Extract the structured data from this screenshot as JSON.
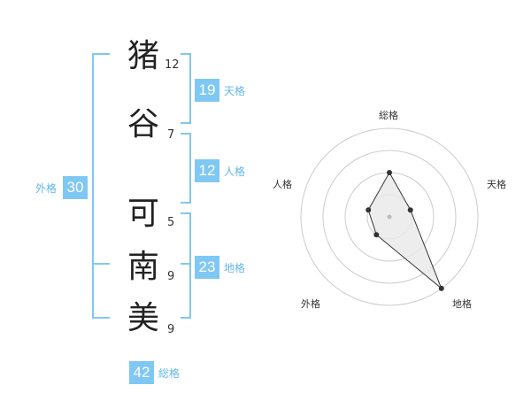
{
  "name": {
    "characters": [
      {
        "char": "猪",
        "strokes": "12"
      },
      {
        "char": "谷",
        "strokes": "7"
      },
      {
        "char": "可",
        "strokes": "5"
      },
      {
        "char": "南",
        "strokes": "9"
      },
      {
        "char": "美",
        "strokes": "9"
      }
    ]
  },
  "fortune": {
    "tenkaku": {
      "value": "19",
      "label": "天格"
    },
    "jinkaku": {
      "value": "12",
      "label": "人格"
    },
    "chikaku": {
      "value": "23",
      "label": "地格"
    },
    "gaikaku": {
      "value": "30",
      "label": "外格"
    },
    "soukaku": {
      "value": "42",
      "label": "総格"
    }
  },
  "radar": {
    "axes": [
      "総格",
      "天格",
      "地格",
      "外格",
      "人格"
    ],
    "values": [
      2,
      1,
      4,
      1,
      1
    ],
    "max": 4,
    "colors": {
      "fill": "#e8e8e8",
      "line": "#333333",
      "ring": "#cccccc"
    }
  },
  "colors": {
    "accent": "#7fc8f3",
    "label": "#63b6e8"
  }
}
